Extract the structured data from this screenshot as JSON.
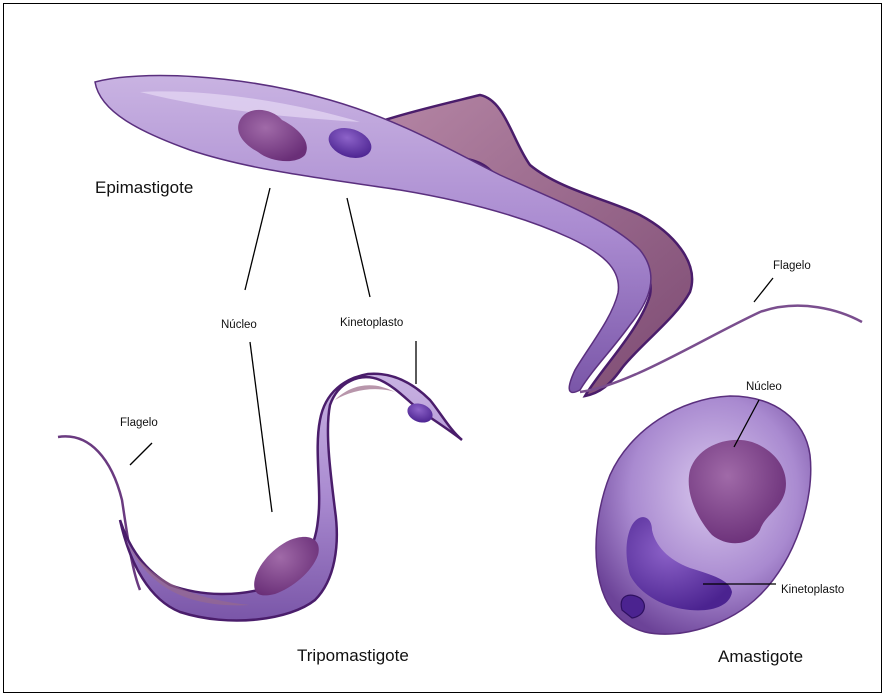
{
  "labels": {
    "epimastigote": "Epimastigote",
    "tripomastigote": "Tripomastigote",
    "amastigote": "Amastigote",
    "nucleo_center": "Núcleo",
    "kinetoplasto_center": "Kinetoplasto",
    "flagelo_right": "Flagelo",
    "flagelo_left": "Flagelo",
    "nucleo_amastigote": "Núcleo",
    "kinetoplasto_amastigote": "Kinetoplasto"
  },
  "colors": {
    "cell_body": "#9b7bc4",
    "cell_edge": "#4a1d6b",
    "membrane": "#a06a8e",
    "nucleus": "#7a3f86",
    "kinetoplast": "#5a2f9e"
  }
}
